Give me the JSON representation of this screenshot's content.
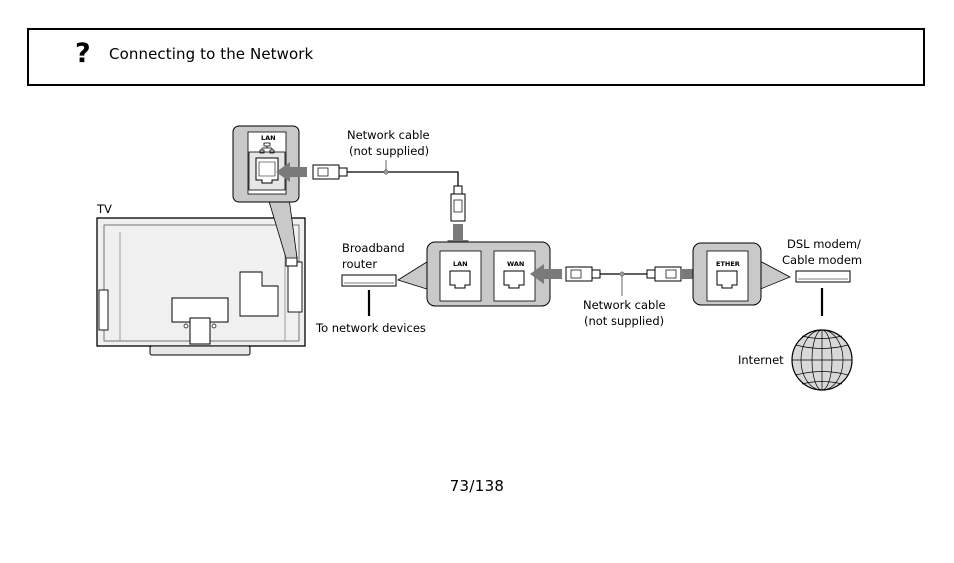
{
  "header": {
    "help_icon": "question-mark-icon",
    "title": "Connecting to the Network"
  },
  "diagram": {
    "tv_label": "TV",
    "lan_port_label": "LAN",
    "network_cable_top": [
      "Network cable",
      "(not supplied)"
    ],
    "router_label": [
      "Broadband",
      "router"
    ],
    "router_lan_label": "LAN",
    "router_wan_label": "WAN",
    "to_devices_label": "To network devices",
    "network_cable_bottom": [
      "Network cable",
      "(not supplied)"
    ],
    "modem_ether_label": "ETHER",
    "modem_label": [
      "DSL modem/",
      "Cable modem"
    ],
    "internet_label": "Internet"
  },
  "footer": {
    "page": "73/138"
  },
  "colors": {
    "callout_fill": "#c9c9c9",
    "arrow_fill": "#7a7a7a",
    "line": "#000000"
  }
}
